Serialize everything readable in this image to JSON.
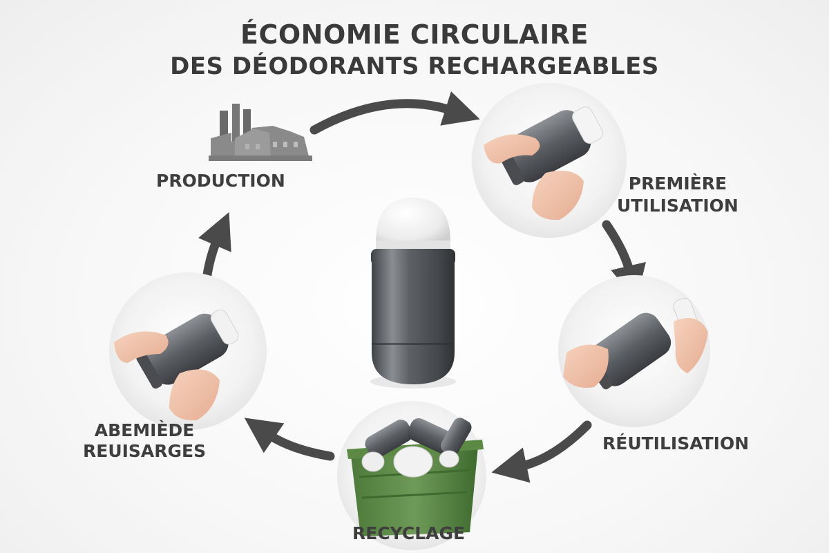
{
  "title": {
    "line1": "ÉCONOMIE CIRCULAIRE",
    "line2": "DES DÉODORANTS RECHARGEABLES"
  },
  "stages": [
    {
      "id": "production",
      "label": "PRODUCTION",
      "icon": "factory-icon"
    },
    {
      "id": "premiere-utilisation",
      "label_line1": "PREMIÈRE",
      "label_line2": "UTILISATION",
      "icon": "hands-holding-deodorant"
    },
    {
      "id": "reutilisation",
      "label": "RÉUTILISATION",
      "icon": "hands-refilling-deodorant"
    },
    {
      "id": "recyclage",
      "label": "RECYCLAGE",
      "icon": "green-recycling-bin"
    },
    {
      "id": "garbled-stage",
      "label_line1": "ABEMIÈDE",
      "label_line2": "REUISARGES",
      "icon": "hands-holding-deodorant"
    }
  ],
  "center_product": "refillable-deodorant-stick",
  "flow_direction": "clockwise",
  "colors": {
    "arrow": "#4a4a4a",
    "text": "#3e3e3e",
    "bin": "#5f8a4a",
    "metal": "#6e7176",
    "cap": "#f2f2f2"
  }
}
